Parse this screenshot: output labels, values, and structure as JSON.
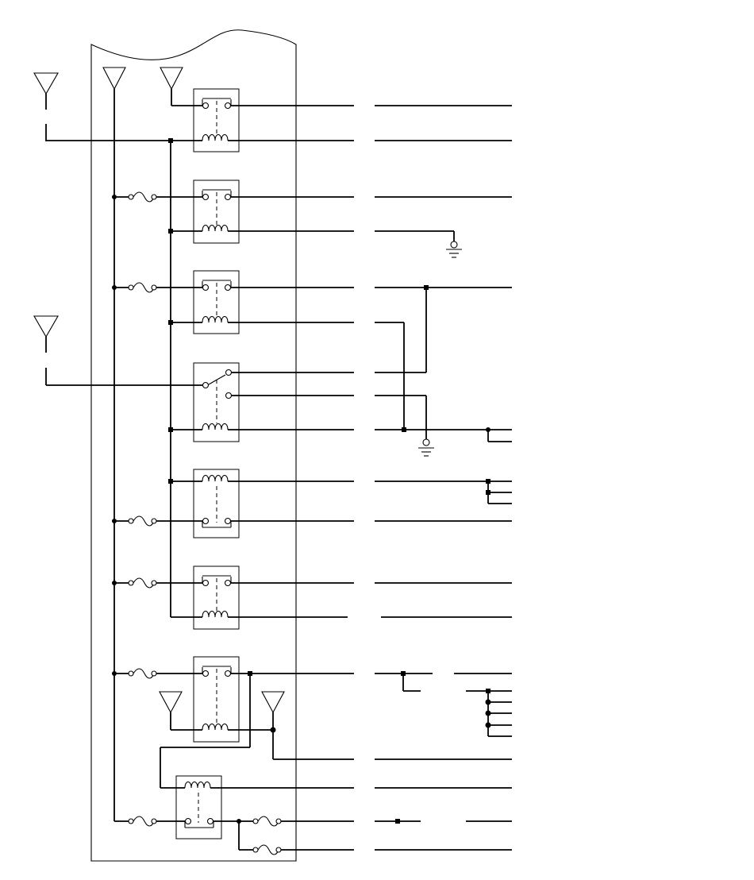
{
  "diagram": {
    "kind": "relay-box wiring schematic",
    "text_labels": [],
    "colors": {
      "line": "#000000",
      "background": "#ffffff"
    },
    "relay_count": 8,
    "fuse_count": 8,
    "ground_count": 2,
    "input_connector_symbols": 6,
    "relays": [
      {
        "id": "relay-1",
        "contact": "normally-open"
      },
      {
        "id": "relay-2",
        "contact": "normally-open"
      },
      {
        "id": "relay-3",
        "contact": "normally-open"
      },
      {
        "id": "relay-4",
        "contact": "changeover"
      },
      {
        "id": "relay-5",
        "contact": "normally-closed"
      },
      {
        "id": "relay-6",
        "contact": "normally-open"
      },
      {
        "id": "relay-7",
        "contact": "normally-open"
      },
      {
        "id": "relay-8",
        "contact": "normally-closed"
      }
    ]
  }
}
